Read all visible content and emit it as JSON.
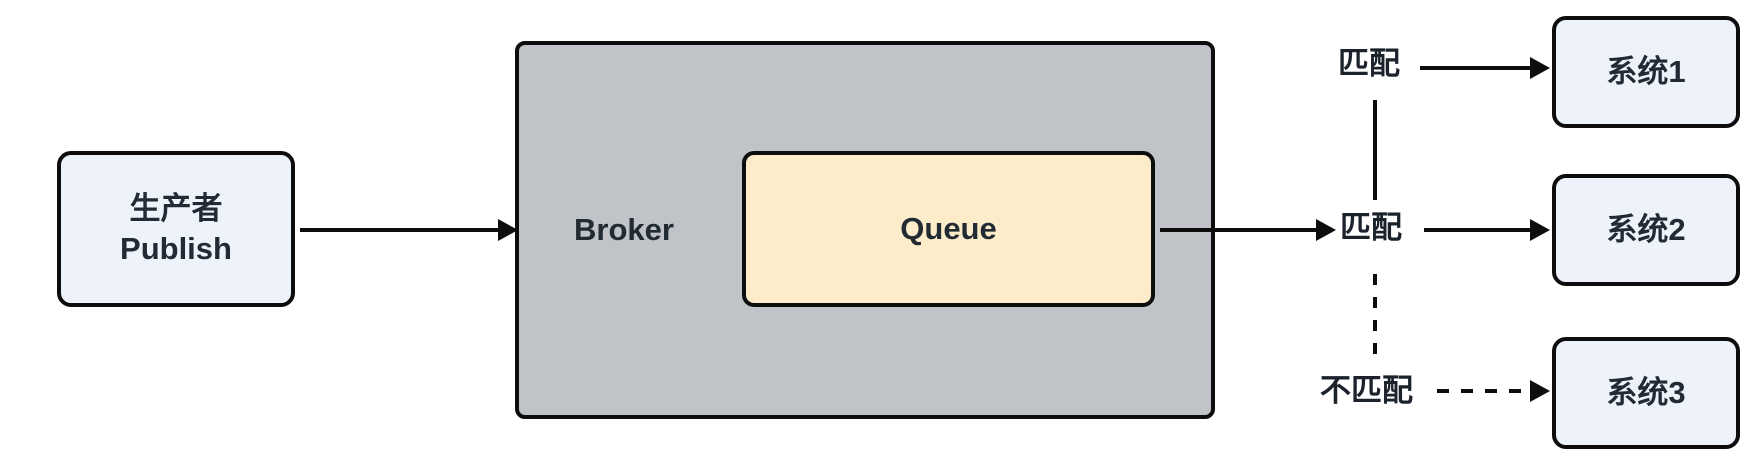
{
  "diagram": {
    "title": "Message broker publish and match routing diagram",
    "background_color": "#ffffff",
    "stroke_color": "#0d0d0d",
    "nodes": {
      "producer": {
        "label_line1": "生产者",
        "label_line2": "Publish",
        "fill": "#eef2fb"
      },
      "broker": {
        "label": "Broker",
        "fill": "#c0c3c8"
      },
      "queue": {
        "label": "Queue",
        "fill": "#fcecc9"
      },
      "system1": {
        "label": "系统1",
        "fill": "#eef2fb"
      },
      "system2": {
        "label": "系统2",
        "fill": "#eef2fb"
      },
      "system3": {
        "label": "系统3",
        "fill": "#eef2fb"
      }
    },
    "edges": {
      "producer_to_broker": {
        "label": "",
        "style": "solid"
      },
      "broker_to_match": {
        "label": "",
        "style": "solid"
      },
      "match_to_system1": {
        "label": "匹配",
        "style": "solid"
      },
      "match_to_system2": {
        "label": "匹配",
        "style": "solid"
      },
      "nomatch_to_system3": {
        "label": "不匹配",
        "style": "dashed"
      }
    }
  }
}
